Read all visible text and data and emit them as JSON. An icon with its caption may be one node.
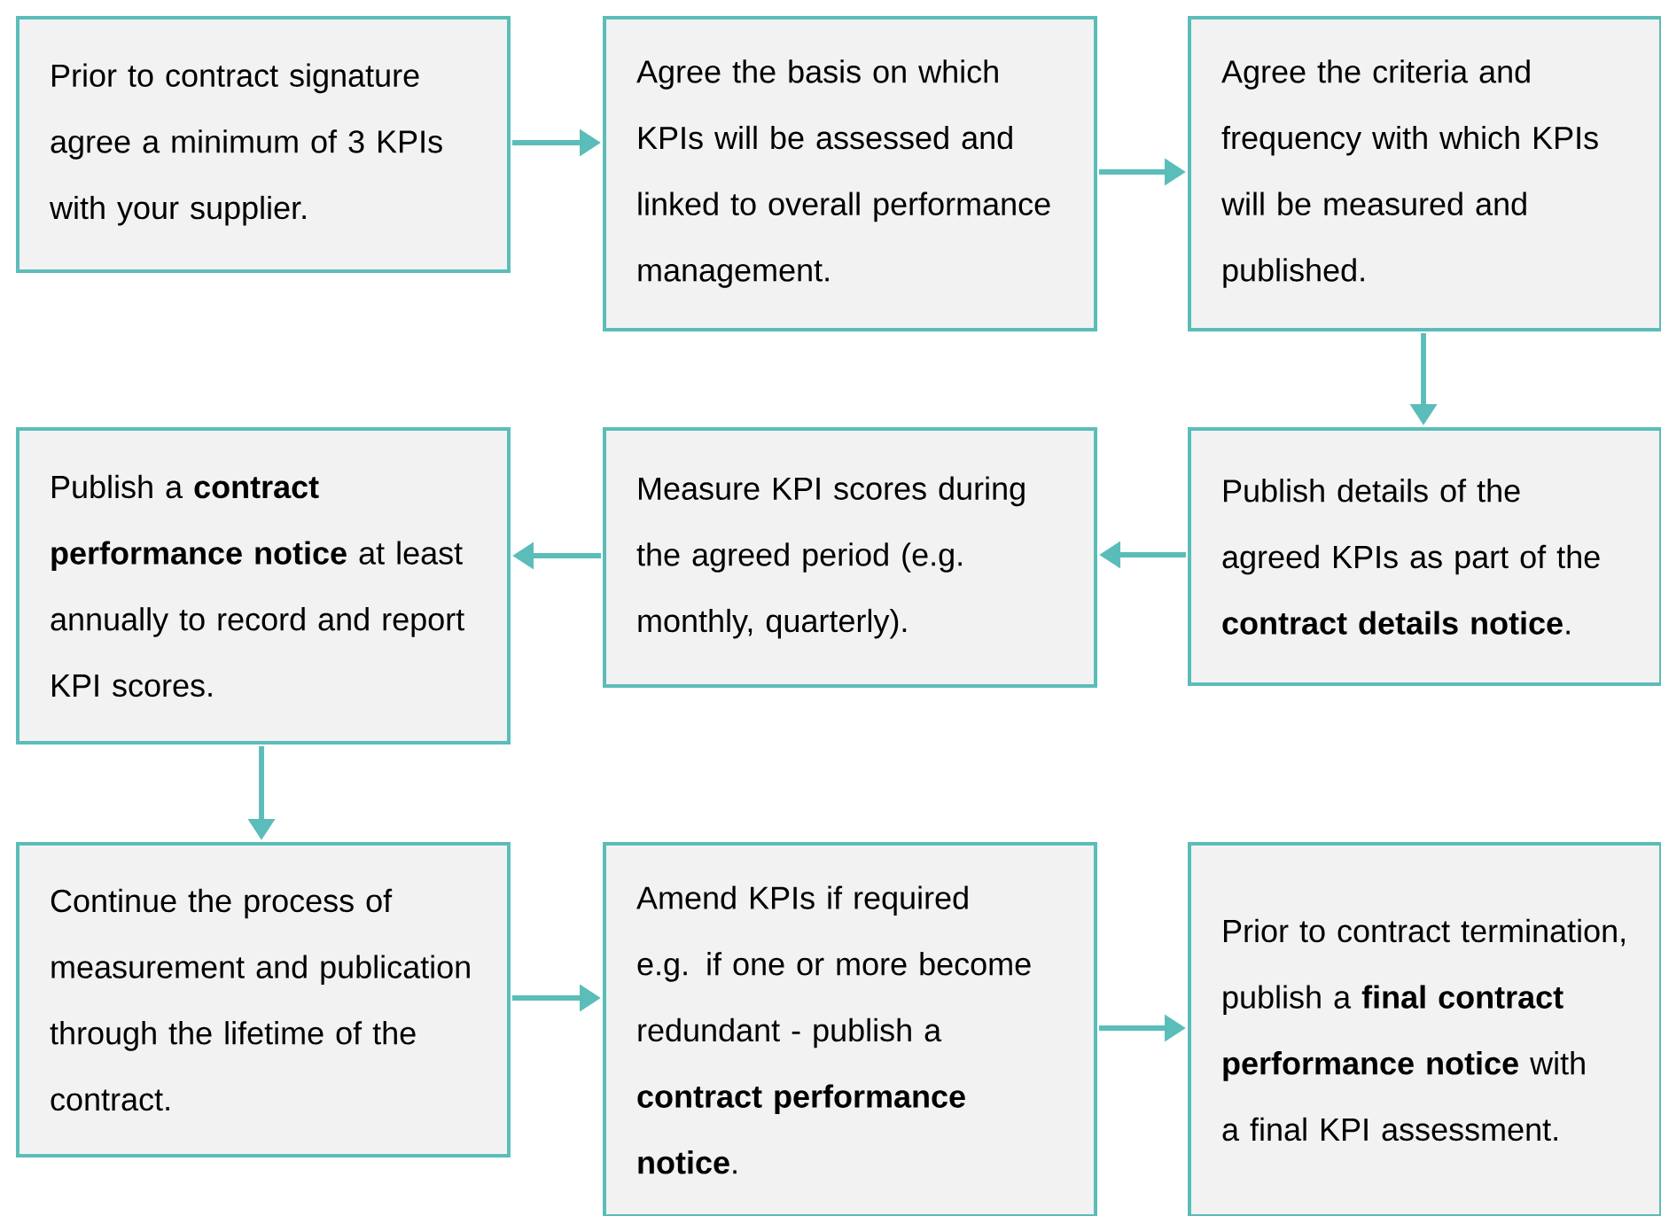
{
  "diagram": {
    "nodes": [
      {
        "text": [
          "Prior to contract signature agree a minimum of 3 KPIs with your supplier."
        ]
      },
      {
        "text": [
          "Agree the basis on which KPIs will be assessed and linked to overall performance management."
        ]
      },
      {
        "text": [
          "Agree the criteria and frequency with which KPIs will be measured and published."
        ]
      },
      {
        "text": [
          "Publish details of the agreed KPIs as part of the **contract details notice**."
        ]
      },
      {
        "text": [
          "Measure KPI scores during the agreed period (e.g. monthly, quarterly)."
        ]
      },
      {
        "text": [
          "Publish a **contract performance notice** at least annually to record and report KPI scores."
        ]
      },
      {
        "text": [
          "Continue the process of measurement and publication through the lifetime of the contract."
        ]
      },
      {
        "text": [
          "Amend KPIs if required e.g. if one or more become redundant - publish a **contract performance notice**."
        ]
      },
      {
        "text": [
          "Prior to contract termination, publish a **final contract performance notice** with a final KPI assessment."
        ]
      }
    ],
    "edges": [
      {
        "from": 0,
        "to": 1,
        "arrow": "to"
      },
      {
        "from": 1,
        "to": 2,
        "arrow": "to"
      },
      {
        "from": 2,
        "to": 3,
        "arrow": "to"
      },
      {
        "from": 3,
        "to": 4,
        "arrow": "to"
      },
      {
        "from": 4,
        "to": 5,
        "arrow": "to"
      },
      {
        "from": 5,
        "to": 6,
        "arrow": "to"
      },
      {
        "from": 6,
        "to": 7,
        "arrow": "to"
      },
      {
        "from": 7,
        "to": 8,
        "arrow": "to"
      }
    ]
  }
}
